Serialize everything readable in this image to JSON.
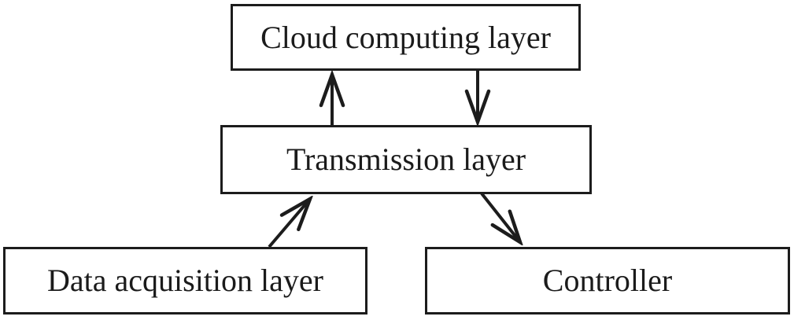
{
  "diagram": {
    "type": "block-diagram",
    "nodes": {
      "cloud": {
        "label": "Cloud computing layer"
      },
      "transmission": {
        "label": "Transmission layer"
      },
      "data_acquisition": {
        "label": "Data acquisition layer"
      },
      "controller": {
        "label": "Controller"
      }
    },
    "edges": [
      {
        "from": "transmission",
        "to": "cloud",
        "direction": "up"
      },
      {
        "from": "cloud",
        "to": "transmission",
        "direction": "down"
      },
      {
        "from": "data_acquisition",
        "to": "transmission",
        "direction": "up-right"
      },
      {
        "from": "transmission",
        "to": "controller",
        "direction": "down-right"
      }
    ],
    "colors": {
      "line": "#1c1c1c",
      "box_border": "#1c1c1c",
      "box_fill": "#ffffff",
      "background": "#ffffff",
      "text": "#1b1b1b"
    }
  }
}
